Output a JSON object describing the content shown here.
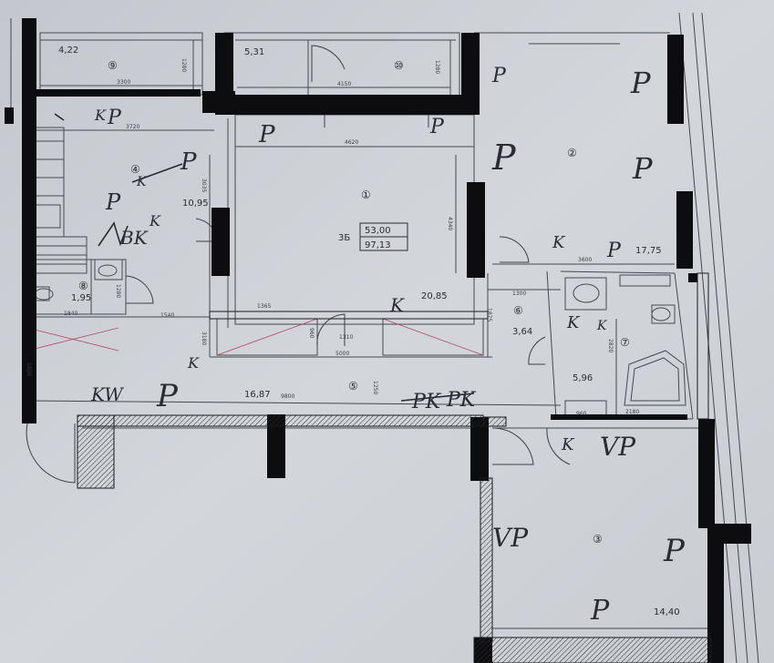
{
  "rooms": [
    {
      "id": "r1",
      "number": "①",
      "area": "20,85"
    },
    {
      "id": "r2",
      "number": "②",
      "area": "17,75"
    },
    {
      "id": "r3",
      "number": "③",
      "area": "14,40"
    },
    {
      "id": "r4",
      "number": "④",
      "area": "10,95"
    },
    {
      "id": "r5",
      "number": "⑤",
      "area": "16,87"
    },
    {
      "id": "r6",
      "number": "⑥",
      "area": "3,64"
    },
    {
      "id": "r7",
      "number": "⑦",
      "area": "5,96"
    },
    {
      "id": "r8",
      "number": "⑧",
      "area": "1,95"
    },
    {
      "id": "r9",
      "number": "⑨",
      "area": "4,22"
    },
    {
      "id": "r10",
      "number": "⑩",
      "area": "5,31"
    }
  ],
  "apartment": {
    "type": "3Б",
    "living_area": "53,00",
    "total_area": "97,13"
  },
  "dimensions": {
    "d3300": "3300",
    "d4150": "4150",
    "d3720": "3720",
    "d4620": "4620",
    "d4340": "4340",
    "d1365": "1365",
    "d1310": "1310",
    "d5000": "5000",
    "d9800": "9800",
    "d3600": "3600",
    "d1300": "1300",
    "d1875": "1875",
    "d2820": "2820",
    "d2180": "2180",
    "d1840": "1840",
    "d1540": "1540",
    "d1280": "1280",
    "d3180": "3180",
    "d1800": "1800",
    "d1250": "1250",
    "d1280b": "1280",
    "d1280c": "1280",
    "d3035": "3035",
    "d960": "960",
    "d960b": "960"
  },
  "annotations": {
    "p": "P",
    "p2": "P",
    "p3": "P",
    "p4": "P",
    "p5": "P",
    "p6": "P",
    "p7": "P",
    "p8": "P",
    "p9": "P",
    "p10": "P",
    "p11": "P",
    "p12": "P",
    "p13": "P",
    "k": "K",
    "k2": "K",
    "k3": "K",
    "k4": "K",
    "k5": "K",
    "k6": "K",
    "vp": "VP",
    "vp2": "VP",
    "kw": "KW",
    "pk": "PK",
    "pk2": "PK",
    "dk": "K",
    "k_small": "K",
    "k_small2": "K",
    "bk": "BK"
  },
  "colors": {
    "paper": "#cfd3d8",
    "wall": "#0d0d10",
    "line": "#444a52",
    "ink": "#25252c",
    "red": "#b3445a"
  }
}
